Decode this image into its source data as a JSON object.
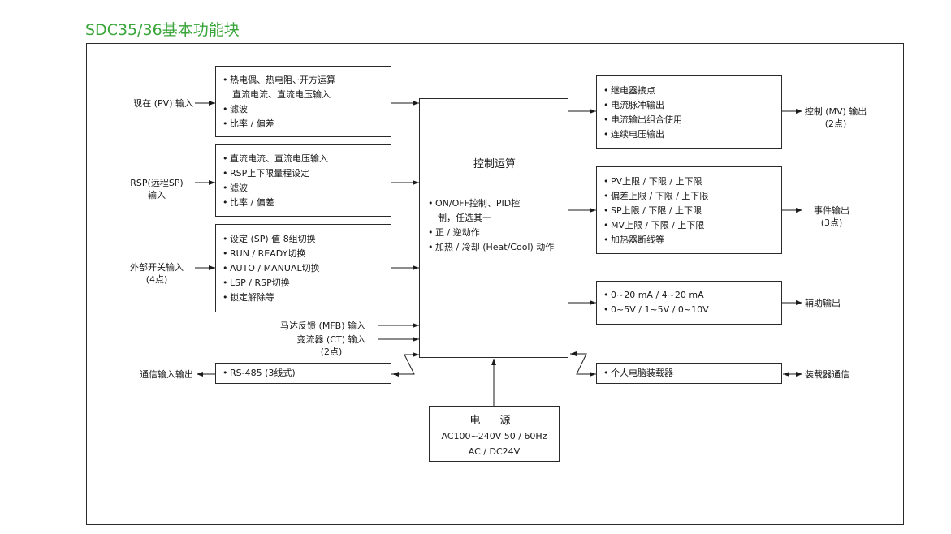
{
  "title": "SDC35/36基本功能块",
  "inputs": {
    "pv_label": "现在 (PV) 输入",
    "pv_items": [
      "热电偶、热电阻、·开方运算",
      "直流电流、直流电压输入",
      "滤波",
      "比率 / 偏差"
    ],
    "rsp_label_line1": "RSP(远程SP)",
    "rsp_label_line2": "输入",
    "rsp_items": [
      "直流电流、直流电压输入",
      "RSP上下限量程设定",
      "滤波",
      "比率 / 偏差"
    ],
    "ext_label_line1": "外部开关输入",
    "ext_label_line2": "(4点)",
    "ext_items": [
      "设定 (SP) 值   8组切换",
      "RUN / READY切换",
      "AUTO / MANUAL切换",
      "LSP / RSP切换",
      "锁定解除等"
    ],
    "mfb_label": "马达反馈 (MFB) 输入",
    "ct_label_line1": "变流器 (CT) 输入",
    "ct_label_line2": "(2点)",
    "comm_label": "通信输入输出",
    "comm_items": [
      "RS-485 (3线式)"
    ]
  },
  "control": {
    "title": "控制运算",
    "items": [
      "ON/OFF控制、PID控",
      "制，任选其一",
      "正 / 逆动作",
      "加热 / 冷却 (Heat/Cool) 动作"
    ]
  },
  "outputs": {
    "mv_items": [
      "继电器接点",
      "电流脉冲输出",
      "电流输出组合使用",
      "连续电压输出"
    ],
    "mv_label_line1": "控制 (MV) 输出",
    "mv_label_line2": "(2点)",
    "event_items": [
      "PV上限 / 下限 / 上下限",
      "偏差上限 / 下限 / 上下限",
      "SP上限 / 下限 / 上下限",
      "MV上限 / 下限 / 上下限",
      "加热器断线等"
    ],
    "event_label_line1": "事件输出",
    "event_label_line2": "(3点)",
    "aux_items": [
      "0~20 mA / 4~20 mA",
      "0~5V / 1~5V / 0~10V"
    ],
    "aux_label": "辅助输出",
    "loader_items": [
      "个人电脑装载器"
    ],
    "loader_label": "装载器通信"
  },
  "power": {
    "title": "电 源",
    "line1": "AC100~240V  50 / 60Hz",
    "line2": "AC / DC24V"
  }
}
